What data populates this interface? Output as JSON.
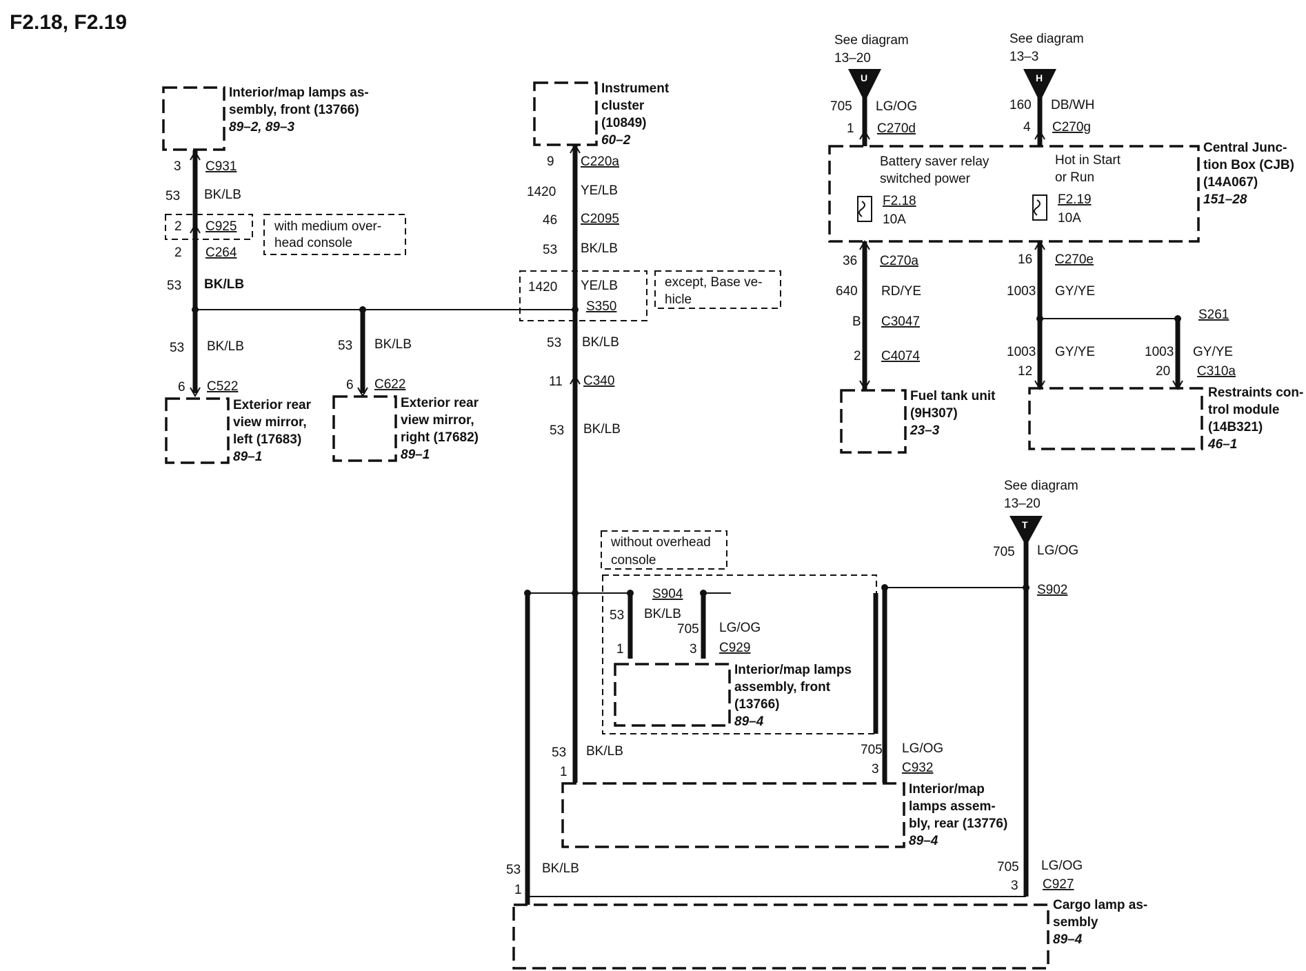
{
  "title": "F2.18, F2.19",
  "see_diagram_u": {
    "line1": "See diagram",
    "line2": "13–20",
    "letter": "U"
  },
  "see_diagram_h": {
    "line1": "See diagram",
    "line2": "13–3",
    "letter": "H"
  },
  "see_diagram_t": {
    "line1": "See diagram",
    "line2": "13–20",
    "letter": "T"
  },
  "cjb": {
    "name1": "Central Junc-",
    "name2": "tion Box (CJB)",
    "name3": "(14A067)",
    "ref": "151–28",
    "left": {
      "wire_num": "705",
      "wire_color": "LG/OG",
      "pin": "1",
      "conn": "C270d",
      "desc1": "Battery saver relay",
      "desc2": "switched power",
      "fuse": "F2.18",
      "amp": "10A",
      "out_pin": "36",
      "out_conn": "C270a"
    },
    "right": {
      "wire_num": "160",
      "wire_color": "DB/WH",
      "pin": "4",
      "conn": "C270g",
      "desc1": "Hot in Start",
      "desc2": "or Run",
      "fuse": "F2.19",
      "amp": "10A",
      "out_pin": "16",
      "out_conn": "C270e"
    }
  },
  "fuel_path": {
    "w1_num": "640",
    "w1_color": "RD/YE",
    "pin_b": "B",
    "conn_b": "C3047",
    "pin_2": "2",
    "conn_2": "C4074"
  },
  "fuel_tank": {
    "name1": "Fuel tank unit",
    "name2": "(9H307)",
    "ref": "23–3"
  },
  "rcm_path": {
    "w_num": "1003",
    "w_color": "GY/YE",
    "splice": "S261",
    "left_num": "1003",
    "left_color": "GY/YE",
    "left_pin": "12",
    "right_num": "1003",
    "right_color": "GY/YE",
    "right_pin": "20",
    "conn": "C310a"
  },
  "rcm": {
    "name1": "Restraints con-",
    "name2": "trol module",
    "name3": "(14B321)",
    "ref": "46–1"
  },
  "front_lamp_top": {
    "name1": "Interior/map lamps as-",
    "name2": "sembly, front (13766)",
    "ref": "89–2, 89–3",
    "pin": "3",
    "conn": "C931",
    "w_num": "53",
    "w_color": "BK/LB",
    "c925_pin": "2",
    "c925": "C925",
    "c264_pin": "2",
    "c264": "C264",
    "w2_num": "53",
    "w2_color": "BK/LB"
  },
  "note_medium": {
    "line1": "with medium over-",
    "line2": "head console"
  },
  "note_except": {
    "line1": "except, Base ve-",
    "line2": "hicle"
  },
  "note_without": {
    "line1": "without overhead",
    "line2": "console"
  },
  "mirror_left": {
    "w_num": "53",
    "w_color": "BK/LB",
    "pin": "6",
    "conn": "C522",
    "name1": "Exterior rear",
    "name2": "view mirror,",
    "name3": "left (17683)",
    "ref": "89–1"
  },
  "mirror_right": {
    "w_num": "53",
    "w_color": "BK/LB",
    "pin": "6",
    "conn": "C622",
    "name1": "Exterior rear",
    "name2": "view mirror,",
    "name3": "right (17682)",
    "ref": "89–1"
  },
  "cluster": {
    "name1": "Instrument",
    "name2": "cluster",
    "name3": "(10849)",
    "ref": "60–2",
    "pin": "9",
    "conn": "C220a",
    "w1_num": "1420",
    "w1_color": "YE/LB",
    "pin2": "46",
    "conn2": "C2095",
    "w2_num": "53",
    "w2_color": "BK/LB",
    "w3_num": "1420",
    "w3_color": "YE/LB",
    "splice": "S350",
    "w4_num": "53",
    "w4_color": "BK/LB",
    "pin3": "11",
    "conn3": "C340",
    "w5_num": "53",
    "w5_color": "BK/LB"
  },
  "s904": {
    "splice": "S904",
    "w_num": "53",
    "w_color": "BK/LB",
    "w2_num": "705",
    "w2_color": "LG/OG",
    "pin1": "1",
    "pin3": "3",
    "conn": "C929"
  },
  "front_lamp_bottom": {
    "name1": "Interior/map lamps",
    "name2": "assembly, front",
    "name3": "(13766)",
    "ref": "89–4"
  },
  "s902": {
    "w_num": "705",
    "w_color": "LG/OG",
    "splice": "S902"
  },
  "rear_lamp": {
    "name1": "Interior/map",
    "name2": "lamps assem-",
    "name3": "bly, rear (13776)",
    "ref": "89–4",
    "left_num": "53",
    "left_color": "BK/LB",
    "left_pin": "1",
    "right_num": "705",
    "right_color": "LG/OG",
    "right_pin": "3",
    "conn": "C932"
  },
  "cargo_lamp": {
    "name1": "Cargo lamp as-",
    "name2": "sembly",
    "ref": "89–4",
    "left_num": "53",
    "left_color": "BK/LB",
    "left_pin": "1",
    "right_num": "705",
    "right_color": "LG/OG",
    "right_pin": "3",
    "conn": "C927"
  }
}
